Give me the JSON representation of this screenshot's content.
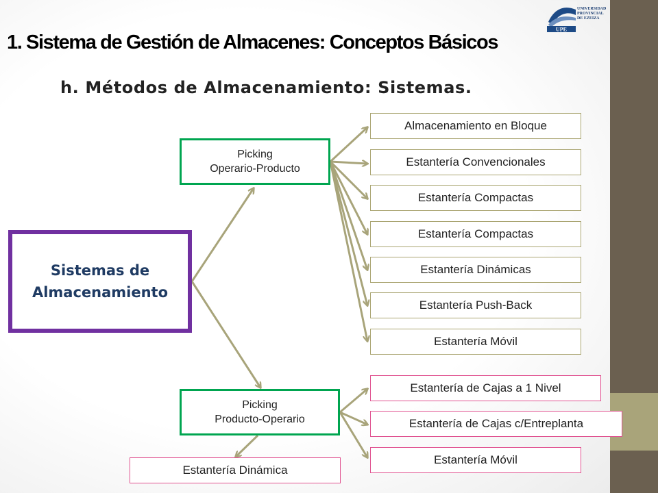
{
  "header": {
    "title": "1. Sistema de Gestión de Almacenes: Conceptos Básicos",
    "subtitle": "h. Métodos de Almacenamiento: Sistemas."
  },
  "logo": {
    "mark_text": "UPE",
    "org_text": "UNIVERSIDAD PROVINCIAL DE EZEIZA"
  },
  "diagram": {
    "root": {
      "line1": "Sistemas de",
      "line2": "Almacenamiento"
    },
    "branch_a": {
      "line1": "Picking",
      "line2": "Operario-Producto",
      "leaves": [
        "Almacenamiento en Bloque",
        "Estantería Convencionales",
        "Estantería Compactas",
        "Estantería Compactas",
        "Estantería Dinámicas",
        "Estantería Push-Back",
        "Estantería Móvil"
      ]
    },
    "branch_b": {
      "line1": "Picking",
      "line2": "Producto-Operario",
      "leaves": [
        "Estantería de Cajas a 1 Nivel",
        "Estantería de Cajas c/Entreplanta",
        "Estantería Móvil"
      ],
      "bottom_leaf": "Estantería Dinámica"
    }
  },
  "colors": {
    "root_border": "#7030a0",
    "picking_border": "#00a550",
    "leaf_border_a": "#a9a470",
    "leaf_border_b": "#e0508f",
    "connector": "#a8a47a",
    "sidebar": "#6b6050"
  }
}
